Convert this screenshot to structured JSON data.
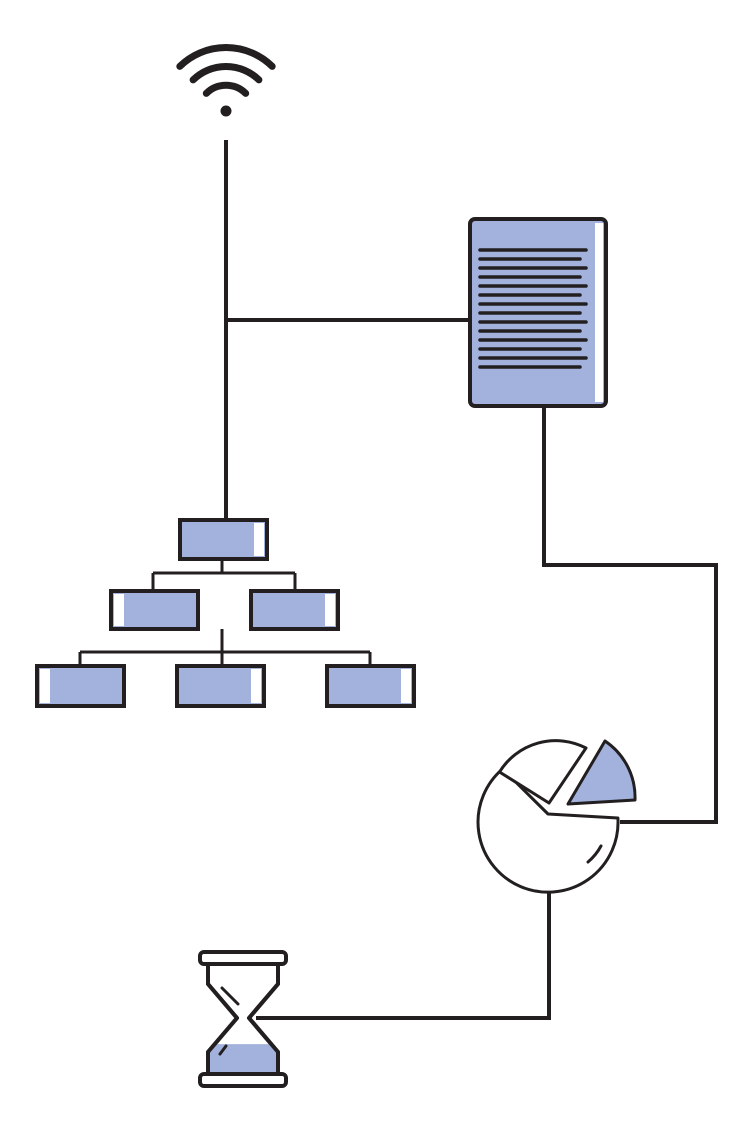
{
  "colors": {
    "stroke": "#231f20",
    "fill": "#a3b2dc",
    "background": "#ffffff"
  },
  "icons": {
    "signal": "wifi-icon",
    "document": "document-icon",
    "hierarchy": "org-chart-icon",
    "chart": "pie-chart-icon",
    "time": "hourglass-icon"
  },
  "org_chart": {
    "levels": [
      1,
      2,
      3
    ]
  },
  "document": {
    "text_lines": 14
  },
  "hourglass": {
    "sand_level": 0.55
  }
}
